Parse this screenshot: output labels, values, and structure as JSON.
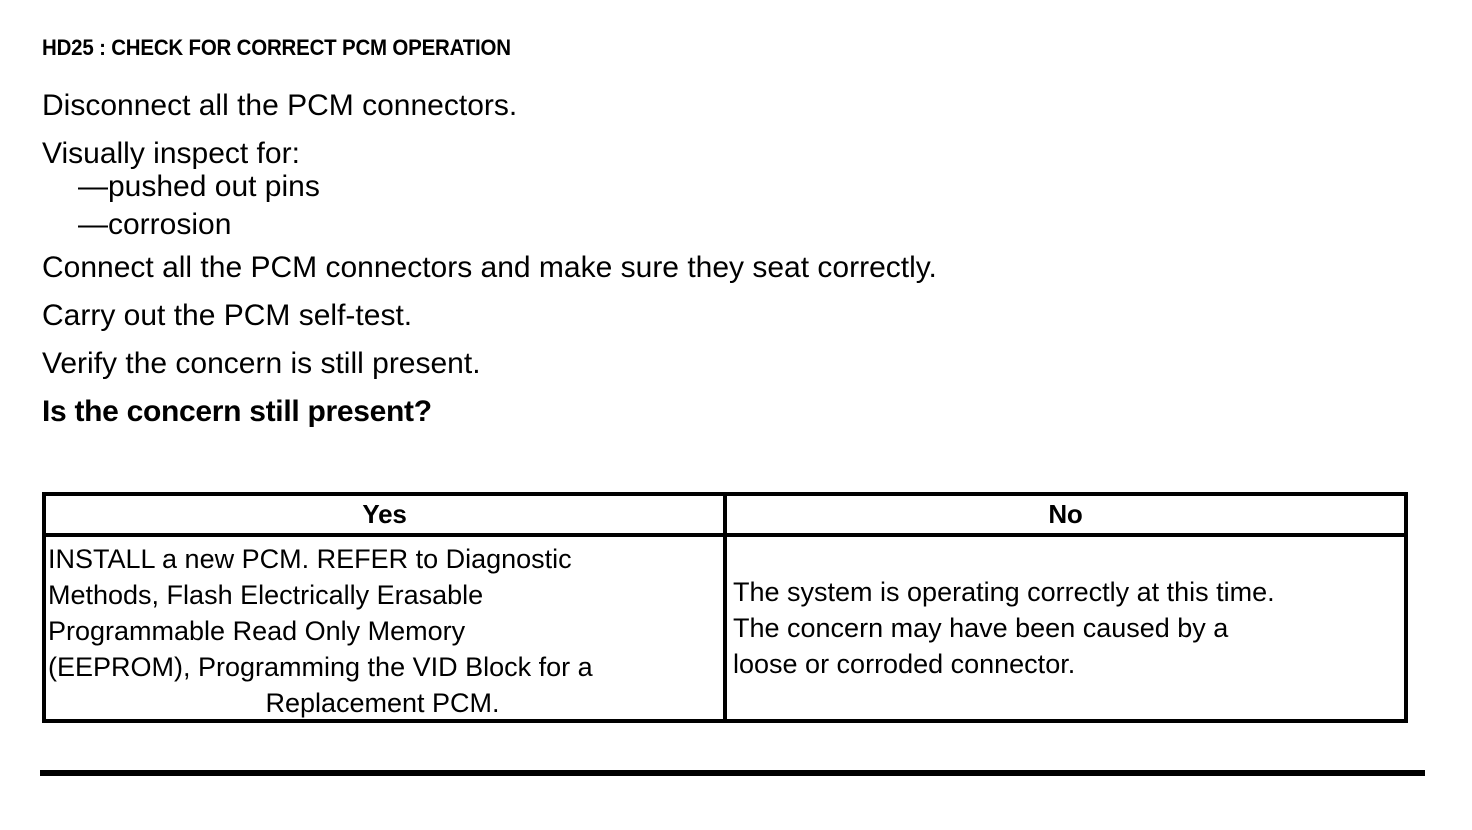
{
  "document": {
    "step_heading": "HD25 : CHECK FOR CORRECT PCM OPERATION",
    "instructions": [
      {
        "text": "Disconnect all the PCM connectors.",
        "style": "normal"
      },
      {
        "text": "Visually inspect for:",
        "style": "normal"
      },
      {
        "text": "—pushed out pins",
        "style": "sub"
      },
      {
        "text": "—corrosion",
        "style": "sub"
      },
      {
        "text": "Connect all the PCM connectors and make sure they seat correctly.",
        "style": "normal"
      },
      {
        "text": "Carry out the PCM self-test.",
        "style": "normal"
      },
      {
        "text": "Verify the concern is still present.",
        "style": "normal"
      },
      {
        "text": "Is the concern still present?",
        "style": "bold"
      }
    ],
    "decision_table": {
      "headers": {
        "yes": "Yes",
        "no": "No"
      },
      "yes_cell": {
        "lines": [
          "INSTALL a new PCM. REFER to Diagnostic",
          "Methods,  Flash Electrically Erasable",
          "Programmable Read Only Memory",
          "(EEPROM), Programming the VID Block for a"
        ],
        "last_line_centered": "Replacement PCM."
      },
      "no_cell": {
        "lines": [
          "The system is operating correctly at this time.",
          "The concern may have been caused by a",
          "loose or corroded connector."
        ]
      }
    },
    "colors": {
      "text": "#000000",
      "background": "#ffffff",
      "border": "#000000"
    }
  }
}
